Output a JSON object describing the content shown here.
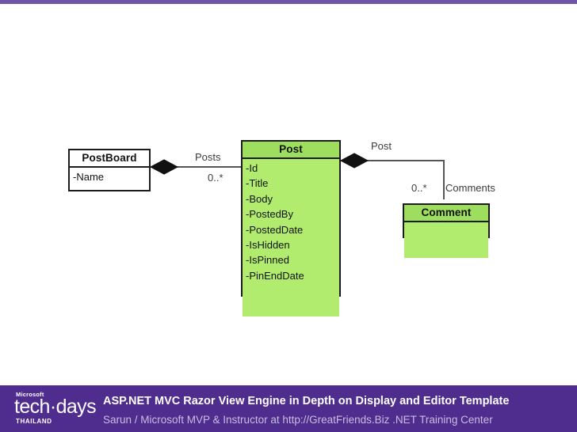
{
  "slide": {
    "top_accent_color": "#6f55a8",
    "background_color": "#ffffff"
  },
  "diagram": {
    "type": "uml-class-diagram",
    "classes": [
      {
        "id": "postboard",
        "name": "PostBoard",
        "fill": "#ffffff",
        "members": [
          "-Name"
        ]
      },
      {
        "id": "post",
        "name": "Post",
        "fill": "#9ede5e",
        "members": [
          "-Id",
          "-Title",
          "-Body",
          "-PostedBy",
          "-PostedDate",
          "-IsHidden",
          "-IsPinned",
          "-PinEndDate"
        ]
      },
      {
        "id": "comment",
        "name": "Comment",
        "fill": "#9ede5e",
        "members": []
      }
    ],
    "associations": [
      {
        "id": "postboard-post",
        "from": "postboard",
        "to": "post",
        "kind": "composition",
        "role_label": "Posts",
        "multiplicity": "0..*"
      },
      {
        "id": "post-comment",
        "from": "post",
        "to": "comment",
        "kind": "composition",
        "role_label": "Post",
        "multiplicity": "0..*",
        "target_role_label": "Comments"
      }
    ]
  },
  "footer": {
    "background_color": "#4f2d8f",
    "logo": {
      "microsoft": "Microsoft",
      "brand": "tech·days",
      "country": "THAILAND"
    },
    "title": "ASP.NET MVC Razor  View Engine  in Depth on Display and Editor Template",
    "overlay_word": "Template",
    "subtitle": "Sarun / Microsoft MVP & Instructor at http://GreatFriends.Biz .NET Training Center"
  }
}
